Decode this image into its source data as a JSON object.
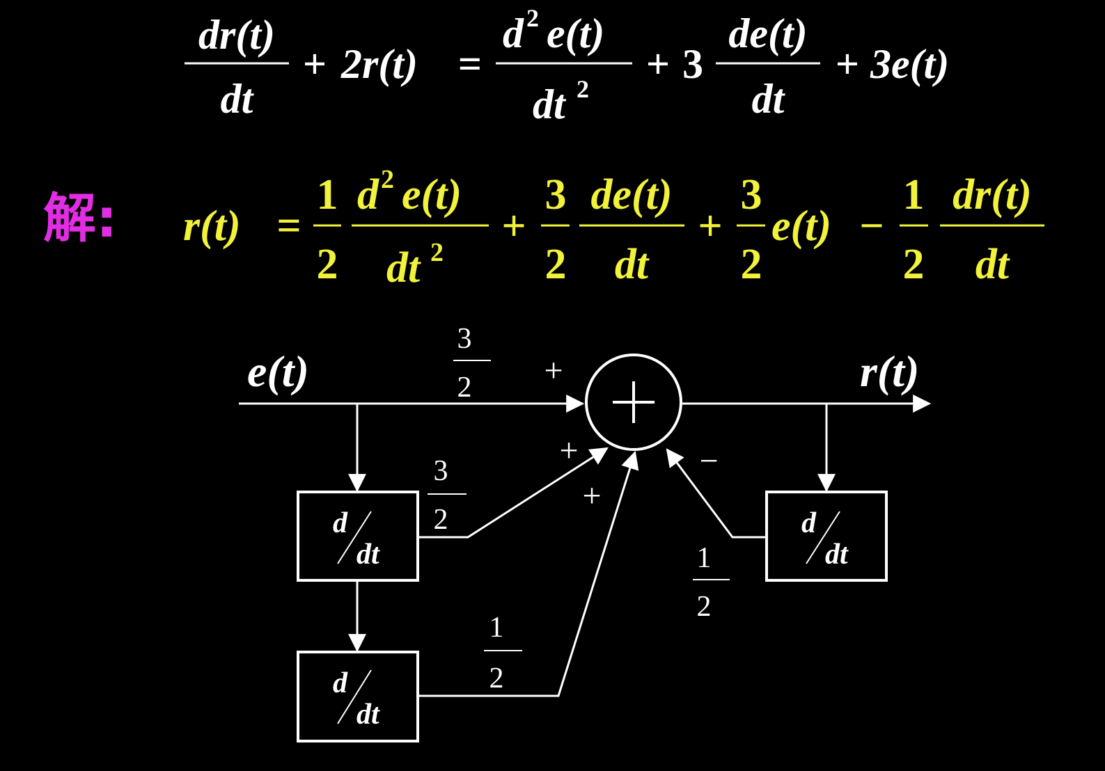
{
  "colors": {
    "background": "#000000",
    "equation": "#ffffff",
    "solution": "#f2f23a",
    "label": "#e22ee2",
    "diagram": "#ffffff"
  },
  "equation1": {
    "lhs_num": "dr(t)",
    "lhs_den": "dt",
    "plus1": "+",
    "term2": "2r(t)",
    "equals": "=",
    "t3_num_d": "d",
    "t3_num_sup": "2",
    "t3_num_rest": "e(t)",
    "t3_den": "dt",
    "t3_den_sup": "2",
    "plus2": "+",
    "coef4": "3",
    "t4_num": "de(t)",
    "t4_den": "dt",
    "plus3": "+",
    "term5": "3e(t)"
  },
  "solution": {
    "label": "解:",
    "lhs": "r(t)",
    "equals": "=",
    "c1_num": "1",
    "c1_den": "2",
    "t1_num_d": "d",
    "t1_num_sup": "2",
    "t1_num_rest": "e(t)",
    "t1_den": "dt",
    "t1_den_sup": "2",
    "plus1": "+",
    "c2_num": "3",
    "c2_den": "2",
    "t2_num": "de(t)",
    "t2_den": "dt",
    "plus2": "+",
    "c3_num": "3",
    "c3_den": "2",
    "t3": "e(t)",
    "minus": "−",
    "c4_num": "1",
    "c4_den": "2",
    "t4_num": "dr(t)",
    "t4_den": "dt"
  },
  "diagram": {
    "input_label": "e(t)",
    "output_label": "r(t)",
    "summer_symbol": "+",
    "signs": {
      "top": "+",
      "middle": "+",
      "bottom": "+",
      "feedback": "−"
    },
    "gains": {
      "direct": {
        "num": "3",
        "den": "2"
      },
      "first_derivative": {
        "num": "3",
        "den": "2"
      },
      "second_derivative": {
        "num": "1",
        "den": "2"
      },
      "feedback": {
        "num": "1",
        "den": "2"
      }
    },
    "blocks": {
      "d1": {
        "top": "d",
        "bottom": "dt"
      },
      "d2": {
        "top": "d",
        "bottom": "dt"
      },
      "d3": {
        "top": "d",
        "bottom": "dt"
      }
    }
  }
}
